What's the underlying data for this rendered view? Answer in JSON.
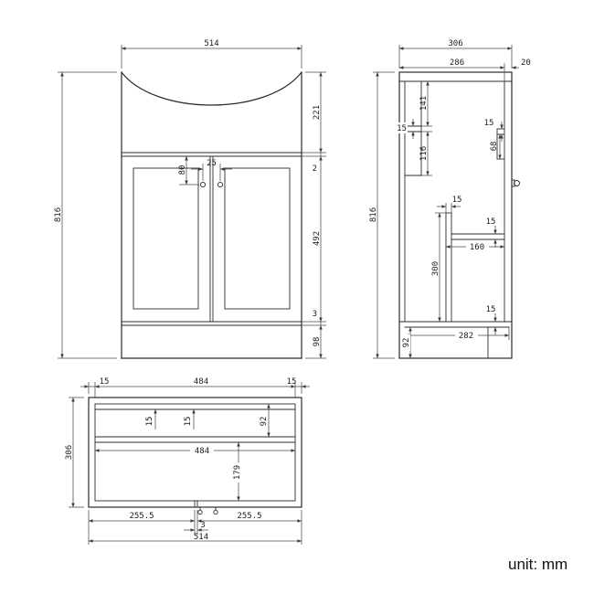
{
  "meta": {
    "unit_label": "unit: mm"
  },
  "front": {
    "width": "514",
    "height": "816",
    "basin_height": "221",
    "counter_gap": "2",
    "door_height": "492",
    "bottom_gap": "3",
    "plinth_height": "98",
    "handle_drop": "80",
    "handle_spacing": "25"
  },
  "side": {
    "depth": "306",
    "inner_depth": "286",
    "door_thickness": "20",
    "height": "816",
    "back_rail_drop": "141",
    "back_rail_thickness": "15",
    "back_rail_height": "116",
    "front_rail_thickness": "15",
    "front_rail_height": "68",
    "divider_thickness": "15",
    "divider_height": "300",
    "shelf_thickness": "15",
    "shelf_depth": "160",
    "bottom_thickness": "15",
    "bottom_depth": "282",
    "plinth_height": "92"
  },
  "plan": {
    "wall_left": "15",
    "inner_width": "484",
    "wall_right": "15",
    "depth": "306",
    "back_rail_thickness": "15",
    "front_rail_thickness": "15",
    "back_depth": "92",
    "inner_width_2": "484",
    "inner_depth": "179",
    "door_left": "255.5",
    "door_right": "255.5",
    "door_gap": "3",
    "width": "514"
  }
}
